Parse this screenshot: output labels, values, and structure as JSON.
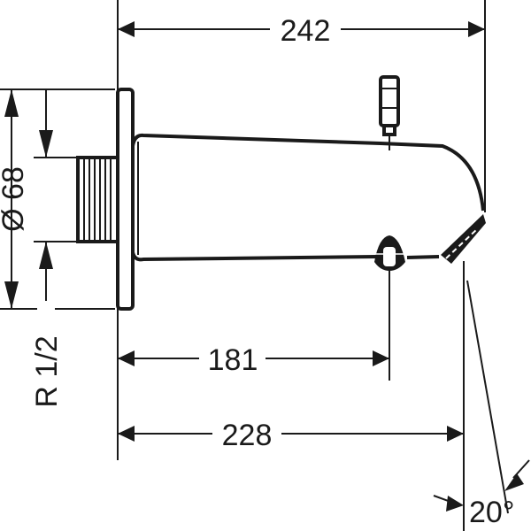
{
  "drawing": {
    "title": "Bath spout dimension drawing",
    "dimensions": {
      "overall_length": "242",
      "valve_offset": "181",
      "spout_outlet": "228",
      "flange_diameter": "Ø 68",
      "thread": "R 1/2",
      "outlet_angle": "20°"
    },
    "colors": {
      "line": "#1a1a1a",
      "background": "#ffffff"
    }
  }
}
